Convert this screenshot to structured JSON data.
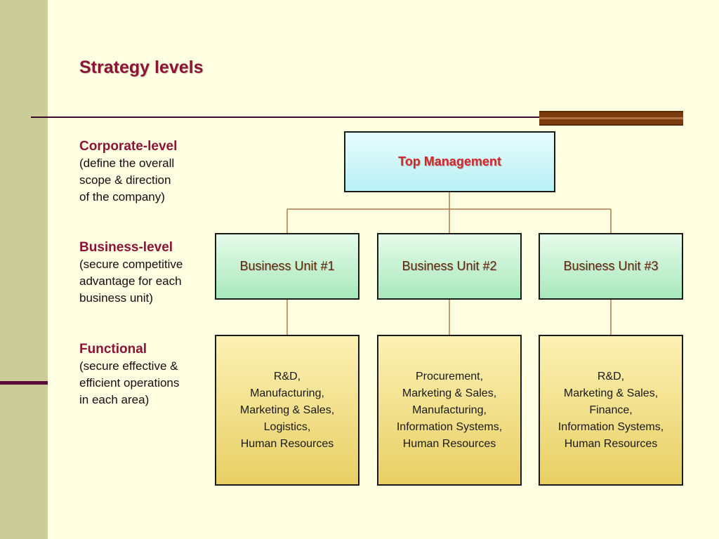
{
  "slide": {
    "title": "Strategy levels"
  },
  "levels": [
    {
      "head": "Corporate-level",
      "desc": "(define the overall\nscope & direction\nof the company)"
    },
    {
      "head": "Business-level",
      "desc": "(secure competitive\nadvantage for each\nbusiness unit)"
    },
    {
      "head": "Functional",
      "desc": "(secure effective &\nefficient operations\nin each area)"
    }
  ],
  "org_chart": {
    "top": "Top Management",
    "units": [
      "Business Unit #1",
      "Business Unit #2",
      "Business Unit #3"
    ],
    "functions": [
      "R&D,\nManufacturing,\nMarketing & Sales,\nLogistics,\nHuman Resources",
      "Procurement,\nMarketing & Sales,\nManufacturing,\nInformation Systems,\nHuman Resources",
      "R&D,\nMarketing & Sales,\nFinance,\nInformation Systems,\nHuman Resources"
    ]
  },
  "colors": {
    "title": "#8b1538",
    "top_text": "#d0282c",
    "unit_text": "#5a2a00",
    "connector": "#b07a4a"
  }
}
